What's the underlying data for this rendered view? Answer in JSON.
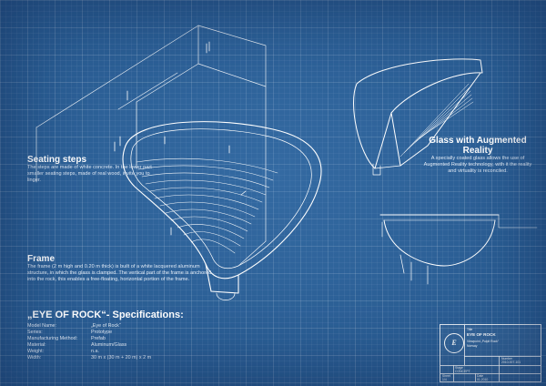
{
  "annotations": {
    "seating": {
      "title": "Seating steps",
      "body": "The steps are made of white concrete. In the lower part smaller seating steps, made of real wood, invite you to linger."
    },
    "frame": {
      "title": "Frame",
      "body": "The frame (2 m high and 0.20 m thick) is built of a white lacquered aluminum structure, in which the glass is clamped. The vertical part of the frame is anchored into the rock, this enables a free-floating, horizontal portion of the frame."
    },
    "glass": {
      "title": "Glass with Augmented Reality",
      "body": "A specially coated glass allows the use of Augmented Reality technology, with it the reality and virtuality is reconciled."
    }
  },
  "specs": {
    "title": "„EYE OF ROCK“- Specifications:",
    "rows": [
      {
        "key": "Model Name:",
        "value": "„Eye of Rock“"
      },
      {
        "key": "Series:",
        "value": "Prototype"
      },
      {
        "key": "Manufacturing Method:",
        "value": "Prefab"
      },
      {
        "key": "Material:",
        "value": "Aluminum/Glass"
      },
      {
        "key": "Weight:",
        "value": "n.a."
      },
      {
        "key": "Width:",
        "value": "30 m x (30 m + 20 m) x 2 m"
      }
    ]
  },
  "title_block": {
    "logo": "E",
    "title_label": "Title",
    "title": "EYE OF ROCK",
    "subtitle": "Viewpoint „Pulpit Rock“",
    "location": "Norway",
    "number_label": "Number",
    "number": "2010-007-101",
    "stage_label": "Stage",
    "stage": "CONCEPT",
    "sheet_label": "Sheet",
    "sheet": "1/4",
    "date_label": "Date",
    "date": "01.2010"
  },
  "colors": {
    "background": "#2a5d93",
    "line": "#ffffff"
  }
}
